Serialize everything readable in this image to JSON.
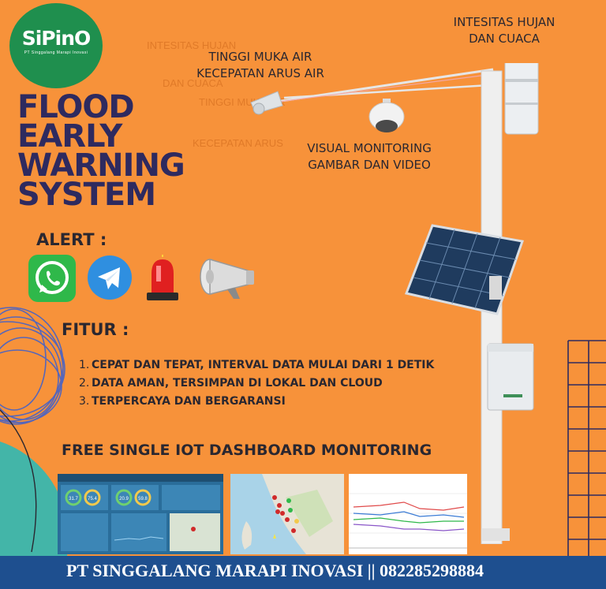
{
  "logo": {
    "brand": "SiPinO",
    "tagline": "PT Singgalang Marapi Inovasi"
  },
  "title": [
    "FLOOD",
    "EARLY",
    "WARNING",
    "SYSTEM"
  ],
  "labels": {
    "rain": [
      "INTESITAS HUJAN",
      "DAN CUACA"
    ],
    "water": [
      "TINGGI MUKA AIR",
      "KECEPATAN ARUS AIR"
    ],
    "visual": [
      "VISUAL MONITORING",
      "GAMBAR DAN VIDEO"
    ]
  },
  "alert": {
    "label": "ALERT :",
    "icons": [
      "whatsapp-icon",
      "telegram-icon",
      "siren-icon",
      "loudspeaker-icon"
    ]
  },
  "fitur": {
    "heading": "FITUR :",
    "items": [
      {
        "num": "1.",
        "text": "CEPAT DAN TEPAT, INTERVAL DATA MULAI DARI 1 DETIK"
      },
      {
        "num": "2.",
        "text": "DATA AMAN, TERSIMPAN DI LOKAL DAN CLOUD"
      },
      {
        "num": "3.",
        "text": "TERPERCAYA DAN BERGARANSI"
      }
    ]
  },
  "dashboard": {
    "heading": "FREE SINGLE IOT DASHBOARD MONITORING",
    "gauges": [
      "31.7",
      "75.4",
      "20.9",
      "59.8"
    ]
  },
  "footer": {
    "text": "PT SINGGALANG MARAPI INOVASI || 082285298884"
  },
  "colors": {
    "background": "#f7923a",
    "title": "#2e2a5f",
    "logo": "#1f8f4e",
    "footer": "#1e4f8f",
    "decor_lines": "#3b5fd0"
  }
}
